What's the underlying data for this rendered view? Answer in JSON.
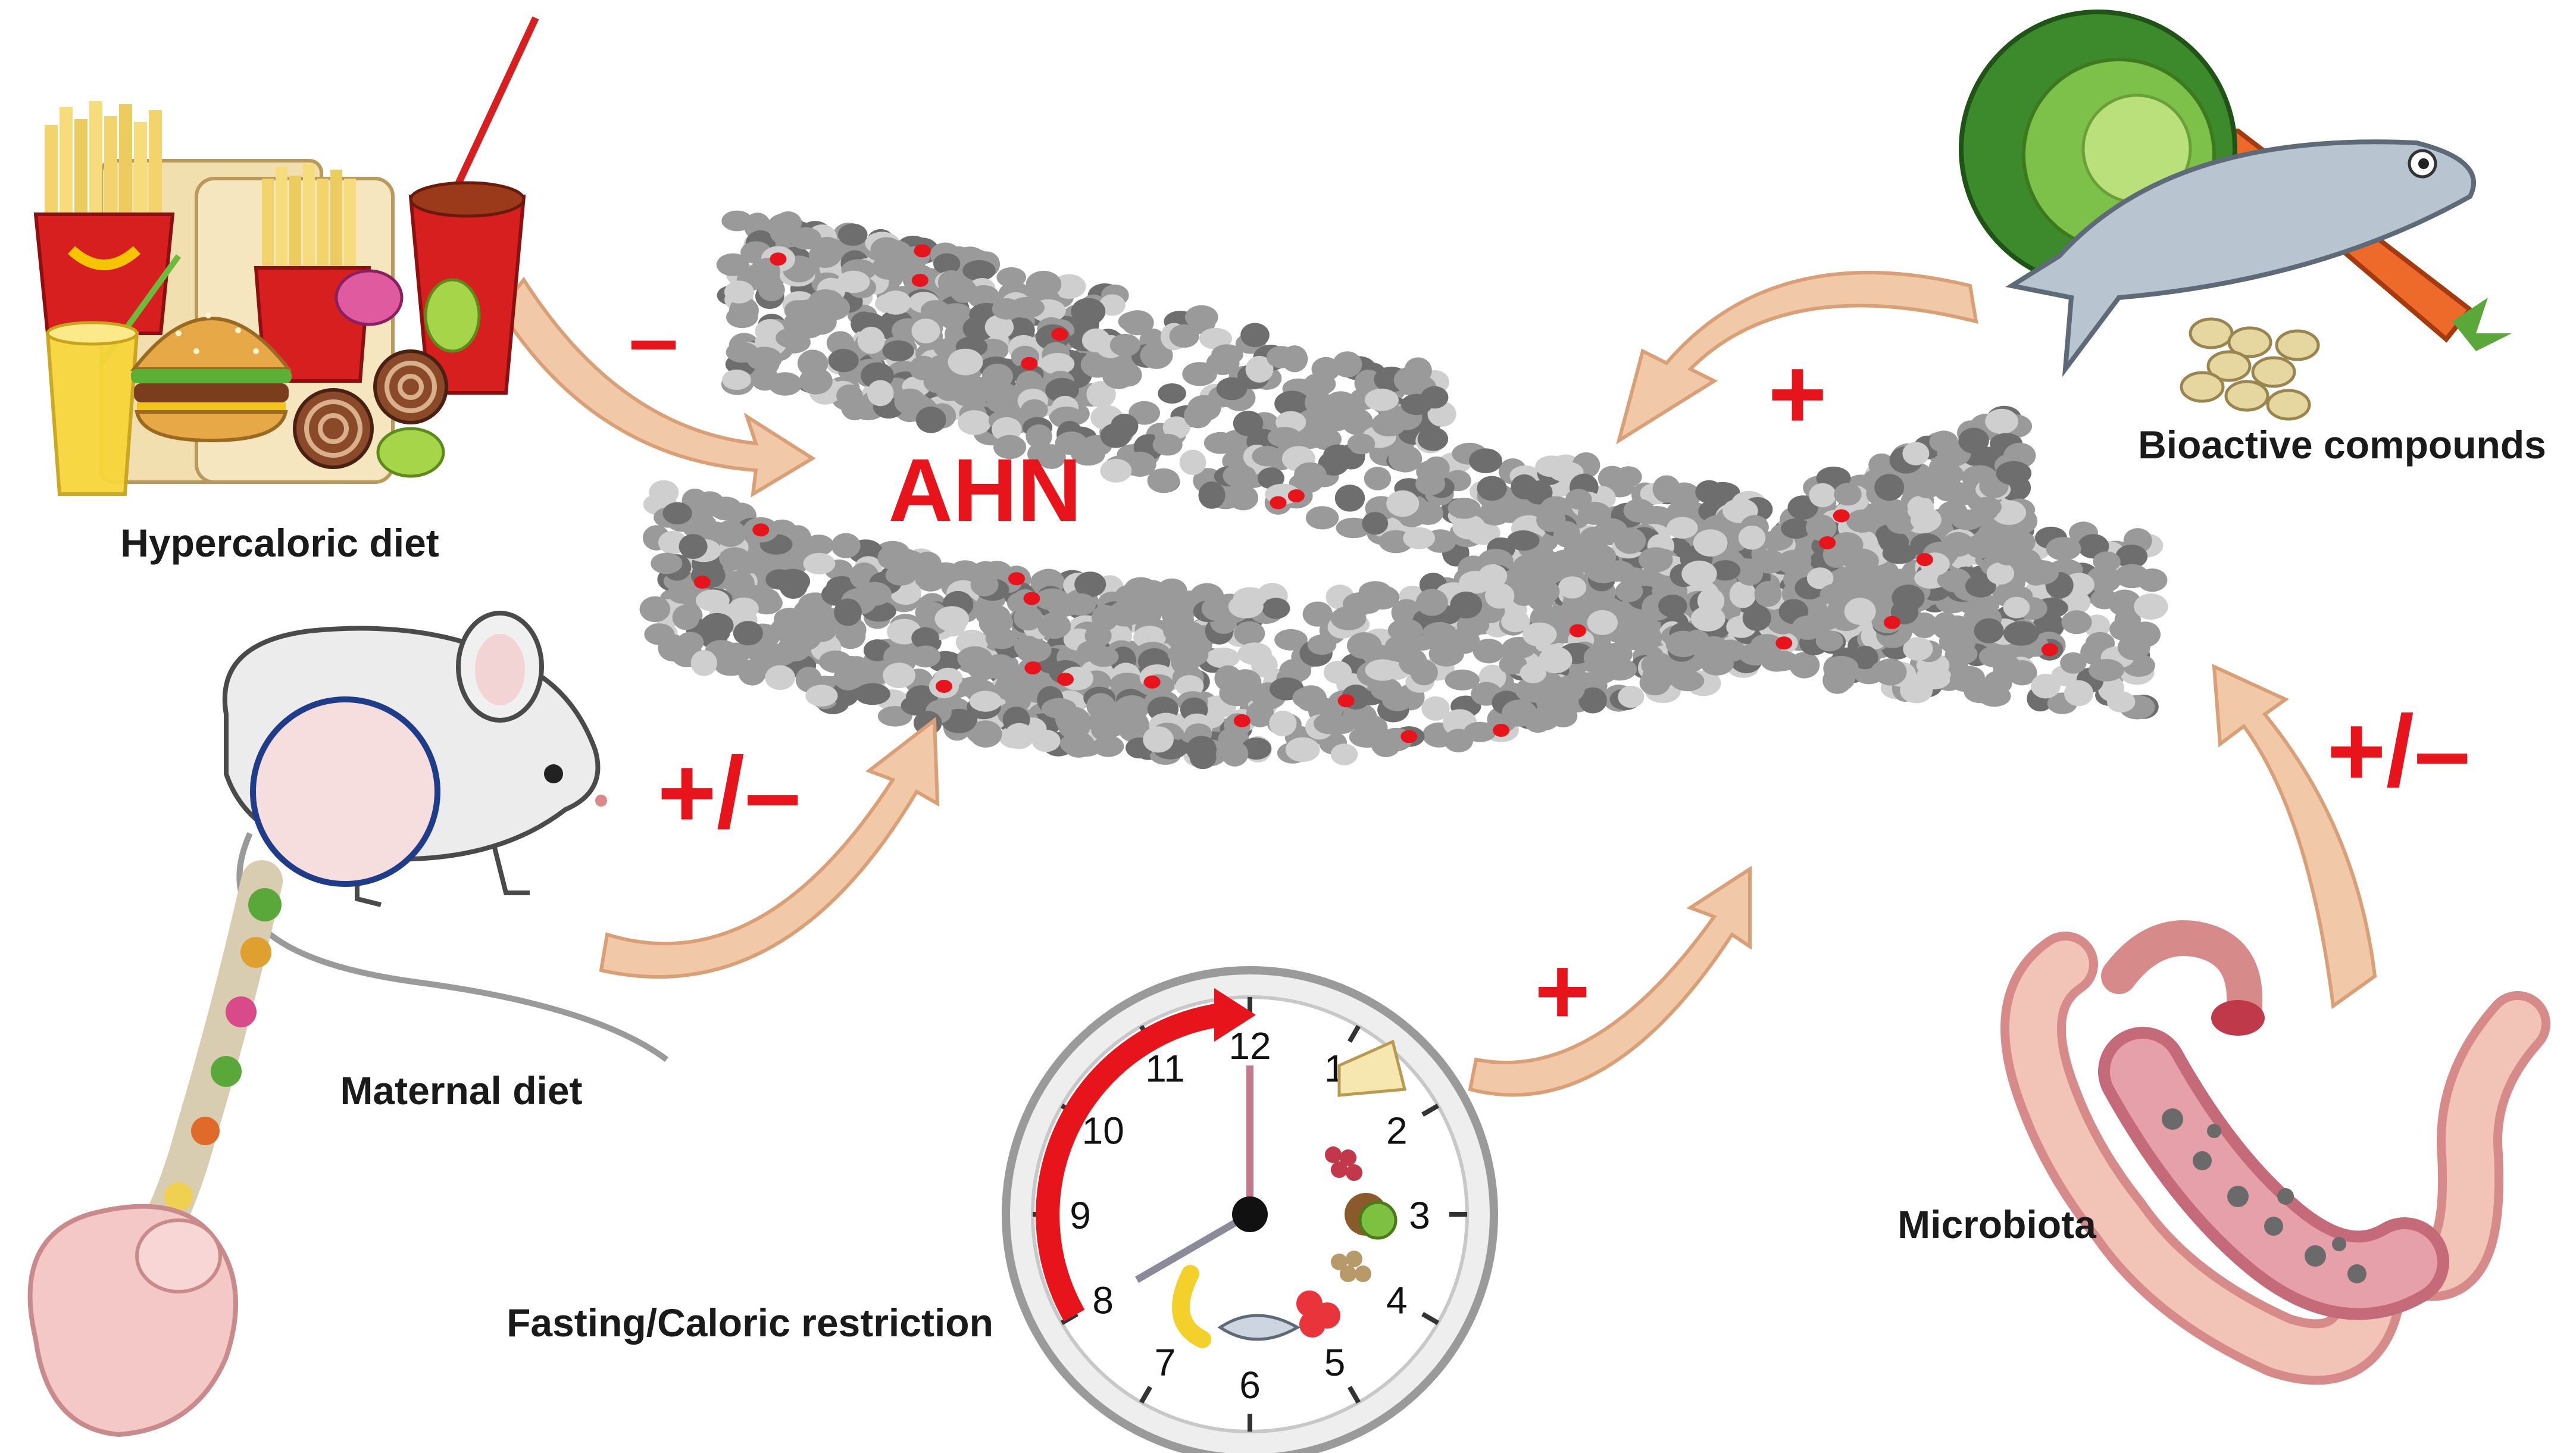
{
  "title": "AHN",
  "colors": {
    "accent": "#e8141c",
    "arrow": "#f2c9a8",
    "arrow_stroke": "#d9a078",
    "cell_light": "#cfcfcf",
    "cell_mid": "#9a9a9a",
    "cell_dark": "#6e6e6e",
    "new_neuron": "#e8141c"
  },
  "factors": {
    "hypercaloric": {
      "label": "Hypercaloric diet",
      "effect": "–"
    },
    "bioactive": {
      "label": "Bioactive compounds",
      "effect": "+"
    },
    "maternal": {
      "label": "Maternal diet",
      "effect": "+/–"
    },
    "fasting": {
      "label": "Fasting/Caloric restriction",
      "effect": "+"
    },
    "microbiota": {
      "label": "Microbiota",
      "effect": "+/–"
    }
  },
  "clock": {
    "numbers": [
      "12",
      "1",
      "2",
      "3",
      "4",
      "5",
      "6",
      "7",
      "8",
      "9",
      "10",
      "11"
    ]
  },
  "icons": {
    "hypercaloric": "fast-food-icon",
    "bioactive": "vegetables-fish-icon",
    "maternal": "mouse-embryo-icon",
    "fasting": "clock-icon",
    "microbiota": "intestine-icon"
  }
}
